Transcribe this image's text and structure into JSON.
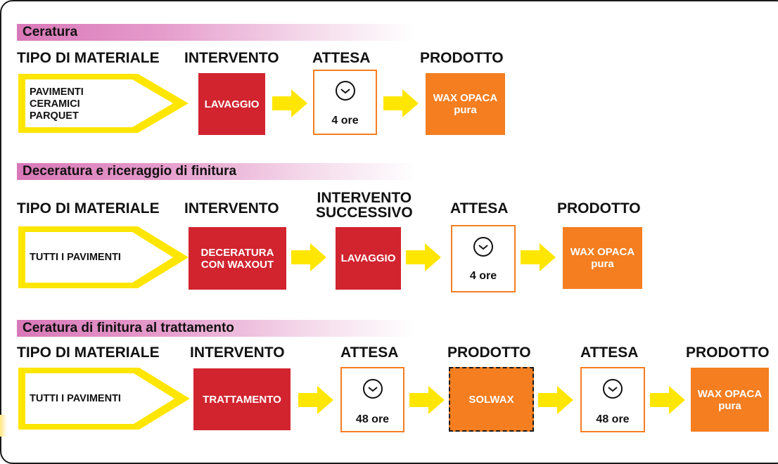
{
  "sections": [
    {
      "title": "Ceratura",
      "headers": {
        "material": "TIPO DI MATERIALE",
        "intervento": "INTERVENTO",
        "attesa": "ATTESA",
        "prodotto": "PRODOTTO"
      },
      "material": [
        "PAVIMENTI",
        "CERAMICI",
        "PARQUET"
      ],
      "intervento": "LAVAGGIO",
      "attesa": "4 ore",
      "prodotto": [
        "WAX OPACA",
        "pura"
      ]
    },
    {
      "title": "Deceratura e riceraggio di finitura",
      "headers": {
        "material": "TIPO DI MATERIALE",
        "intervento": "INTERVENTO",
        "successivo": [
          "INTERVENTO",
          "SUCCESSIVO"
        ],
        "attesa": "ATTESA",
        "prodotto": "PRODOTTO"
      },
      "material": "TUTTI I PAVIMENTI",
      "intervento": [
        "DECERATURA",
        "CON WAXOUT"
      ],
      "successivo": "LAVAGGIO",
      "attesa": "4 ore",
      "prodotto": [
        "WAX OPACA",
        "pura"
      ]
    },
    {
      "title": "Ceratura di finitura al trattamento",
      "headers": {
        "material": "TIPO DI MATERIALE",
        "intervento": "INTERVENTO",
        "attesa1": "ATTESA",
        "prodotto1": "PRODOTTO",
        "attesa2": "ATTESA",
        "prodotto2": "PRODOTTO"
      },
      "material": "TUTTI I PAVIMENTI",
      "intervento": "TRATTAMENTO",
      "attesa1": "48 ore",
      "prodotto1": "SOLWAX",
      "attesa2": "48 ore",
      "prodotto2": [
        "WAX OPACA",
        "pura"
      ]
    }
  ],
  "colors": {
    "red": "#d1242f",
    "orange": "#f47e20",
    "yellow": "#ffe600",
    "pink": "#d978b8"
  }
}
